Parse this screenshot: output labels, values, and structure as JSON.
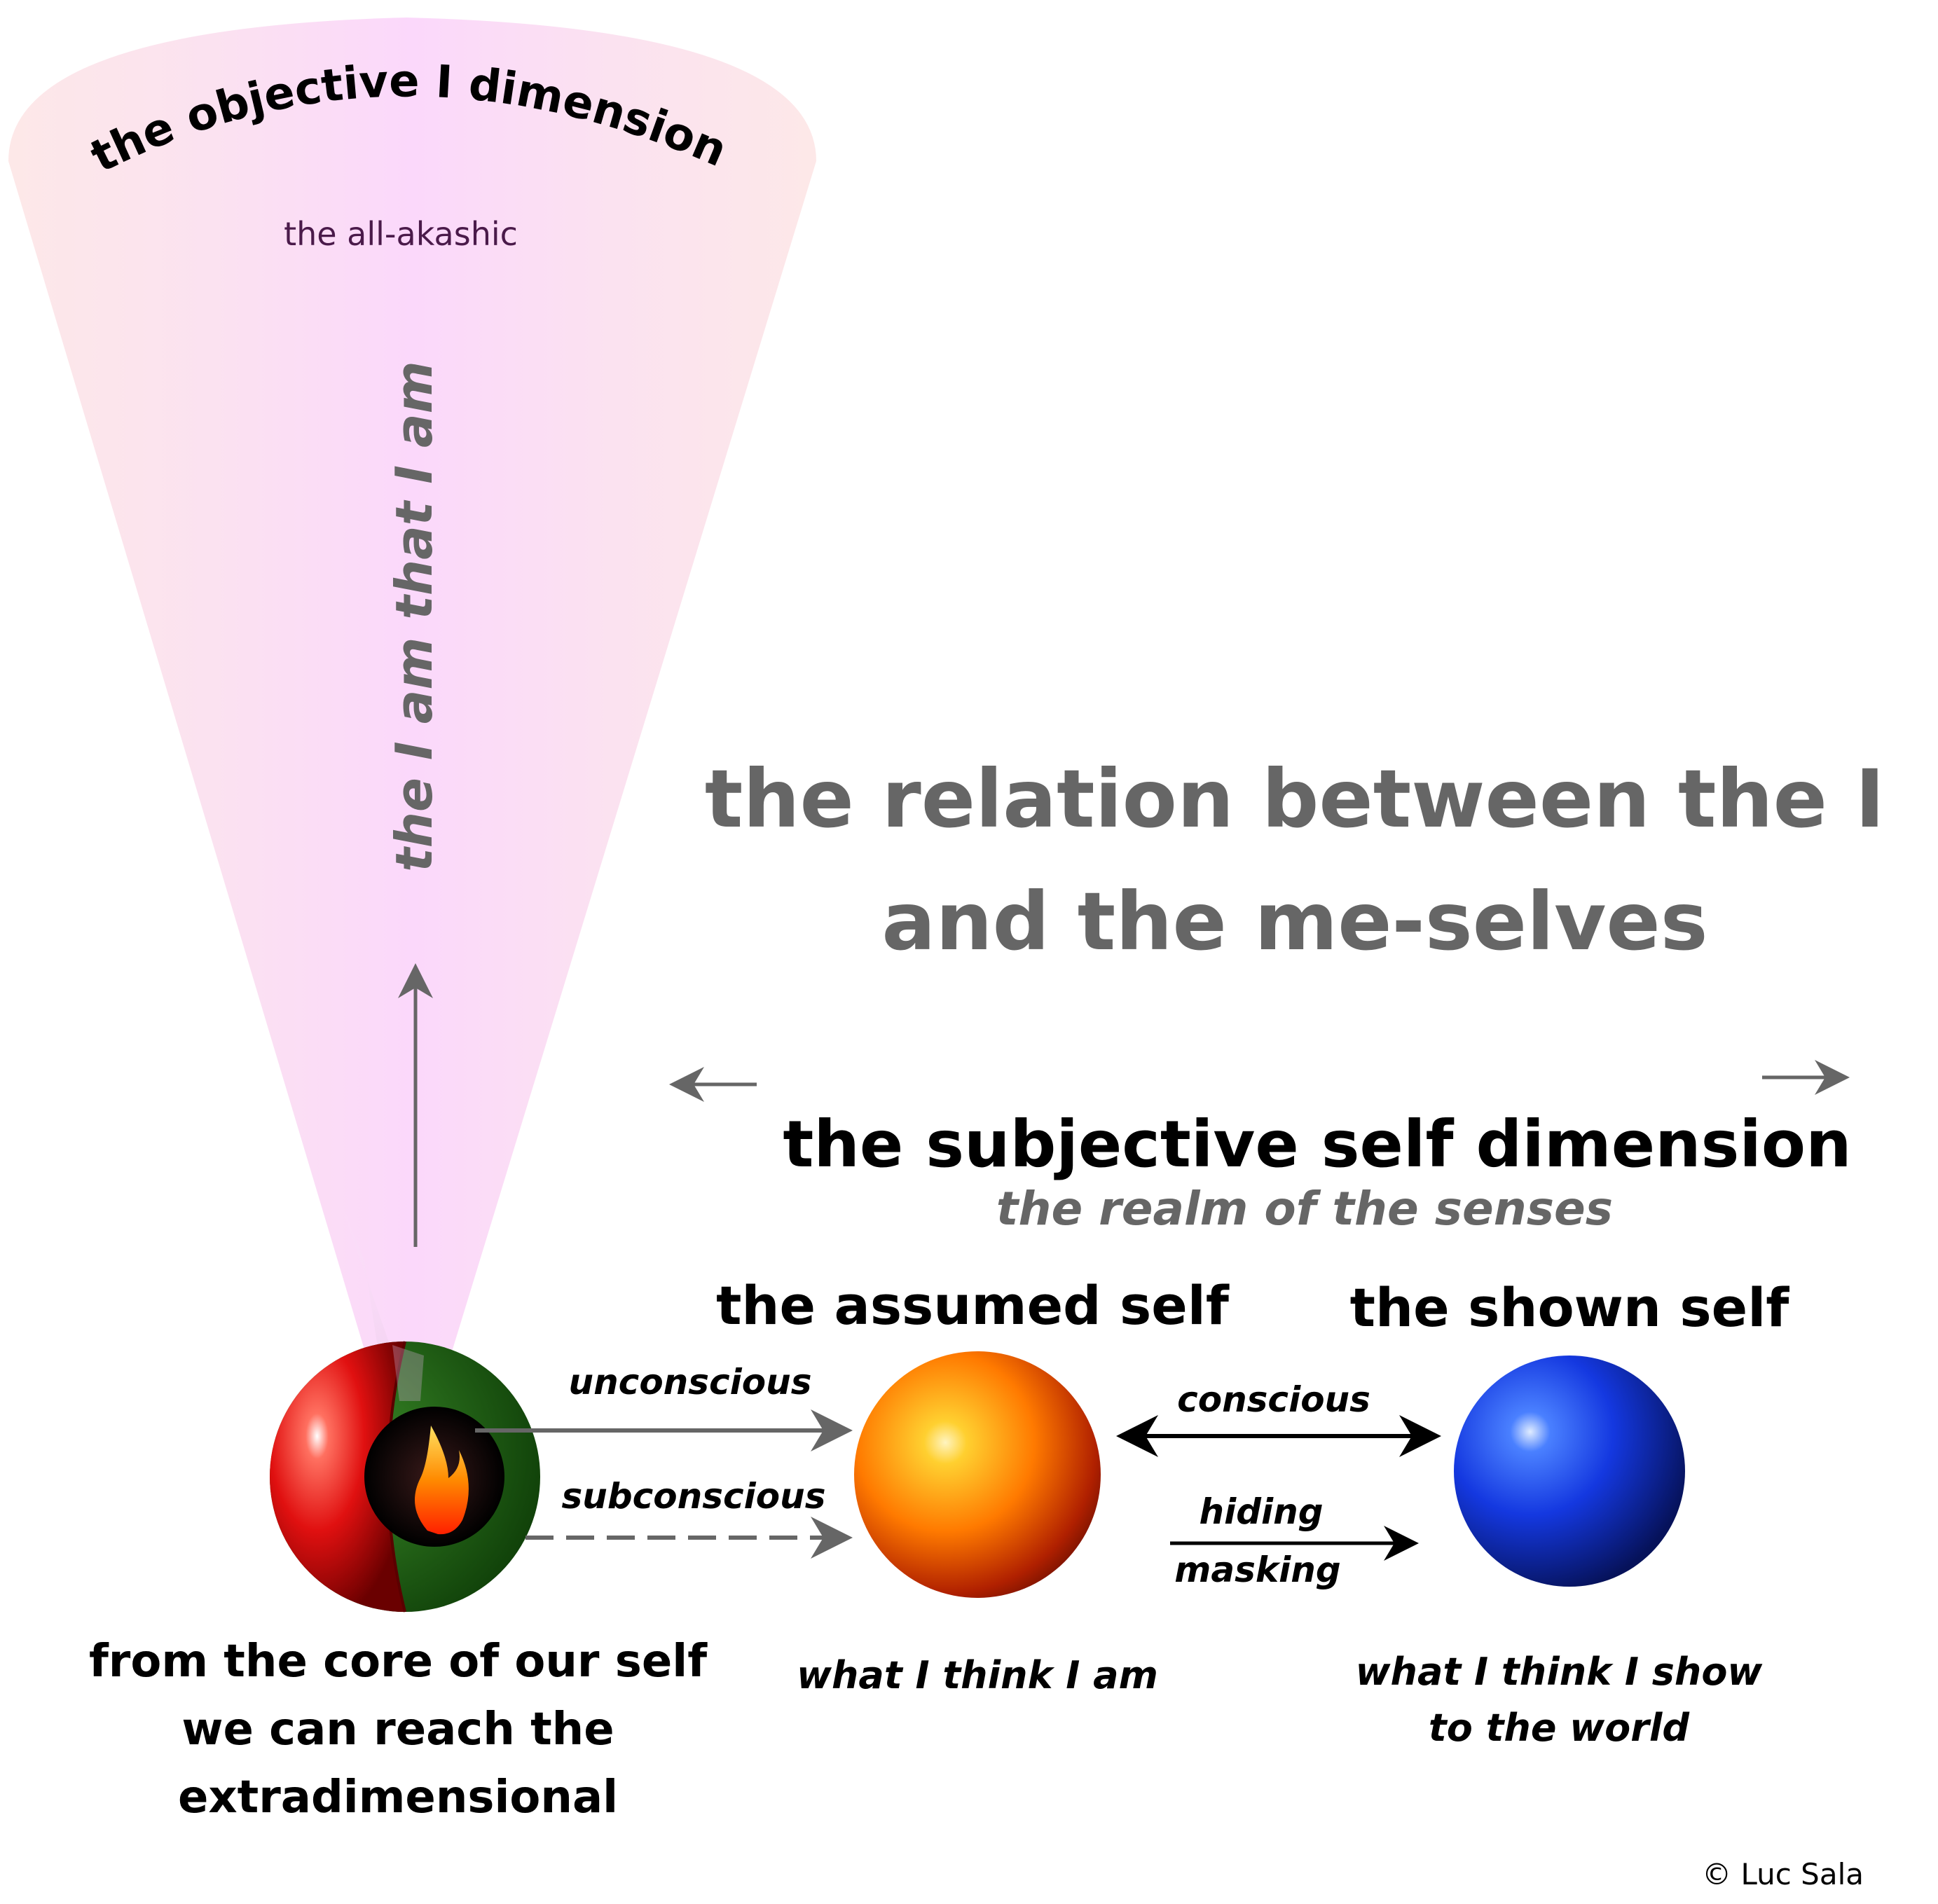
{
  "objective": {
    "title": "the objective I dimension",
    "subtitle": "the all-akashic",
    "vertical_label": "the I am that I am"
  },
  "main_title": {
    "line1": "the relation between the I",
    "line2": "and the me-selves"
  },
  "subjective": {
    "title": "the subjective self dimension",
    "subtitle": "the realm of the senses"
  },
  "assumed_self": {
    "title": "the assumed self",
    "caption": "what I think I am"
  },
  "shown_self": {
    "title": "the shown self",
    "caption_line1": "what I think I show",
    "caption_line2": "to the world"
  },
  "arrows": {
    "unconscious": "unconscious",
    "subconscious": "subconscious",
    "conscious": "conscious",
    "hiding": "hiding",
    "masking": "masking"
  },
  "core_caption": {
    "line1": "from the core of our self",
    "line2": "we can reach the",
    "line3": "extradimensional"
  },
  "copyright": "© Luc Sala",
  "colors": {
    "cone_pink": "#f8e0f8",
    "cone_peach": "#fbe6e6",
    "heading_gray": "#666666",
    "arrow_gray": "#666666",
    "subtitle_purple": "#4a1a4a",
    "core_red": "#e01010",
    "core_green": "#1e6b12",
    "assumed_orange": "#ff8c00",
    "shown_blue": "#1438e0"
  }
}
